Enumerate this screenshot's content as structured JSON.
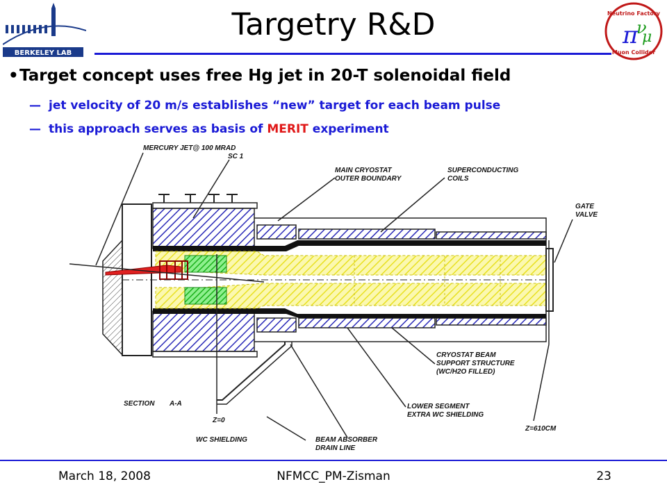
{
  "slide": {
    "title": "Targetry R&D",
    "bullet": "Target concept uses free Hg jet in 20-T solenoidal field",
    "sub1": "jet velocity of 20 m/s establishes “new” target for each beam pulse",
    "sub2_pre": "this approach serves as basis of ",
    "sub2_highlight": "MERIT",
    "sub2_post": " experiment",
    "dash": "—",
    "bullet_symbol": "•"
  },
  "logos": {
    "left_text": "BERKELEY LAB",
    "right_text_top": "Neutrino Factory",
    "right_text_bottom": "Muon Collider",
    "right_symbol": "π",
    "right_nu": "ν",
    "right_mu": "μ"
  },
  "diagram": {
    "labels": {
      "mercury": "MERCURY JET@ 100 MRAD",
      "sc1": "SC 1",
      "main_cryo_1": "MAIN CRYOSTAT",
      "main_cryo_2": "OUTER BOUNDARY",
      "sc_coils_1": "SUPERCONDUCTING",
      "sc_coils_2": "COILS",
      "gate_1": "GATE",
      "gate_2": "VALVE",
      "cryo_beam_1": "CRYOSTAT BEAM",
      "cryo_beam_2": "SUPPORT STRUCTURE",
      "cryo_beam_3": "(WC/H2O FILLED)",
      "section": "SECTION",
      "section_aa": "A-A",
      "lower_seg_1": "LOWER SEGMENT",
      "lower_seg_2": "EXTRA WC SHIELDING",
      "z0": "Z=0",
      "z610": "Z=610CM",
      "wc_shield": "WC SHIELDING",
      "beam_abs_1": "BEAM ABSORBER",
      "beam_abs_2": "DRAIN LINE"
    }
  },
  "footer": {
    "date": "March 18, 2008",
    "center": "NFMCC_PM-Zisman",
    "page": "23"
  },
  "colors": {
    "accent_blue": "#1a1ad6",
    "highlight_red": "#e01818",
    "coil_blue": "#2a2ab8",
    "shield_yellow": "#f4f04a",
    "inner_green": "#2fd02f",
    "jet_red": "#e02020"
  }
}
